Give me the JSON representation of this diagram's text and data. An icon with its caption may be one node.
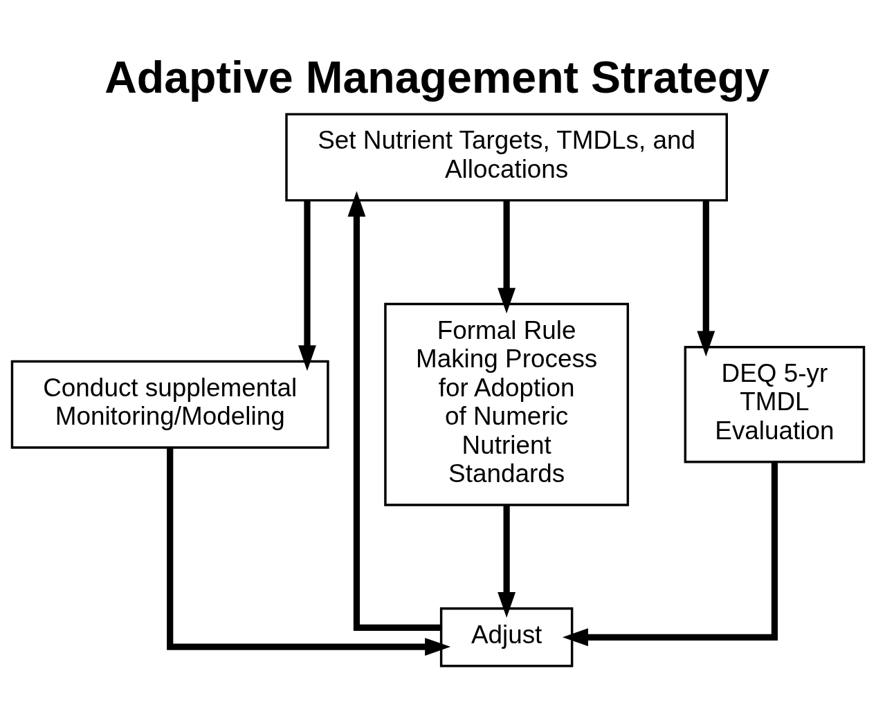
{
  "diagram": {
    "title": "Adaptive Management Strategy",
    "nodes": [
      {
        "text": [
          "Set Nutrient Targets, TMDLs, and Allocations"
        ]
      },
      {
        "text": [
          "Conduct supplemental Monitoring/Modeling"
        ]
      },
      {
        "text": [
          "Formal Rule Making Process for Adoption of Numeric Nutrient Standards"
        ]
      },
      {
        "text": [
          "DEQ 5-yr TMDL Evaluation"
        ]
      },
      {
        "text": [
          "Adjust"
        ]
      }
    ],
    "edges": [
      {
        "from": 0,
        "to": 1,
        "arrow": "to"
      },
      {
        "from": 0,
        "to": 2,
        "arrow": "to"
      },
      {
        "from": 0,
        "to": 3,
        "arrow": "to"
      },
      {
        "from": 1,
        "to": 4,
        "arrow": "to"
      },
      {
        "from": 2,
        "to": 4,
        "arrow": "to"
      },
      {
        "from": 3,
        "to": 4,
        "arrow": "to"
      },
      {
        "from": 4,
        "to": 0,
        "arrow": "to"
      }
    ]
  }
}
